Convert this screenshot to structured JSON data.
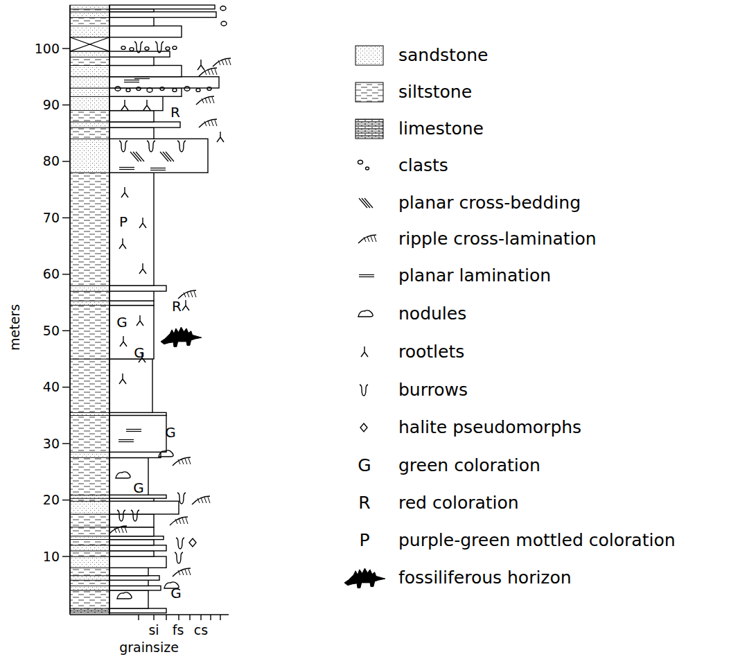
{
  "diagram": {
    "labels": [
      "100",
      "90",
      "80",
      "70",
      "60",
      "50",
      "40",
      "30",
      "20",
      "10",
      "meters",
      "R",
      "P",
      "R",
      "G",
      "G",
      "G",
      "G",
      "G",
      "si",
      "fs",
      "cs",
      "grainsize",
      "G",
      "R",
      "P"
    ],
    "legend": [
      {
        "text": "sandstone"
      },
      {
        "text": "siltstone"
      },
      {
        "text": "limestone"
      },
      {
        "text": "clasts"
      },
      {
        "text": "planar cross-bedding"
      },
      {
        "text": "ripple cross-lamination"
      },
      {
        "text": "planar lamination"
      },
      {
        "text": "nodules"
      },
      {
        "text": "rootlets"
      },
      {
        "text": "burrows"
      },
      {
        "text": "halite pseudomorphs"
      },
      {
        "text": "green coloration"
      },
      {
        "text": "red coloration"
      },
      {
        "text": "purple-green mottled coloration"
      },
      {
        "text": "fossiliferous horizon"
      }
    ]
  }
}
